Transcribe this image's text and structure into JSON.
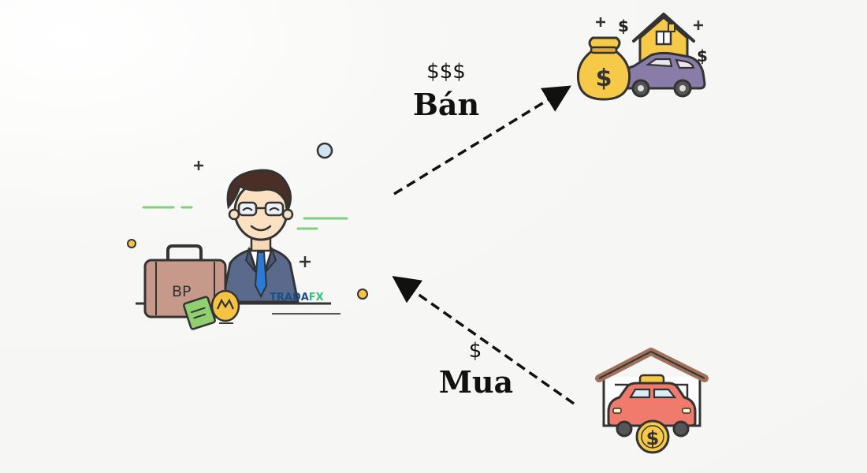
{
  "sell": {
    "price": "$$$",
    "label": "Bán"
  },
  "buy": {
    "price": "$",
    "label": "Mua"
  },
  "illustration": {
    "briefcase_text": "BP",
    "logo_text_dark": "TRADA",
    "logo_text_accent": "FX"
  },
  "icons": [
    "businessman-icon",
    "briefcase-icon",
    "money-bag-icon",
    "house-icon",
    "car-icon",
    "garage-icon",
    "dollar-coin-icon"
  ],
  "colors": {
    "ink": "#111111",
    "gold": "#f7c948",
    "suit": "#5a6a8c",
    "car_purple": "#8a7ca8",
    "car_red": "#f07a6c",
    "roof_brown": "#a0705a",
    "logo_green": "#2ec27e"
  }
}
